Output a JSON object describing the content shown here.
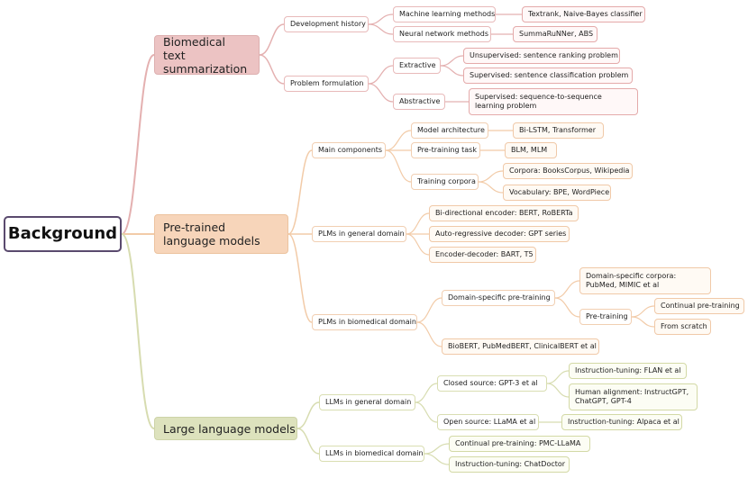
{
  "root": "Background",
  "biomedical": {
    "title": "Biomedical text summarization",
    "development_history": "Development history",
    "ml_methods": "Machine learning methods",
    "ml_examples": "Textrank, Naive-Bayes classifier",
    "nn_methods": "Neural network methods",
    "nn_examples": "SummaRuNNer, ABS",
    "problem_formulation": "Problem formulation",
    "extractive": "Extractive",
    "unsupervised": "Unsupervised: sentence ranking problem",
    "supervised_cls": "Supervised: sentence classification problem",
    "abstractive": "Abstractive",
    "supervised_s2s": "Supervised: sequence-to-sequence learning problem"
  },
  "plm": {
    "title": "Pre-trained language models",
    "main_components": "Main components",
    "model_architecture": "Model architecture",
    "architecture_examples": "Bi-LSTM, Transformer",
    "pretraining_task": "Pre-training task",
    "task_examples": "BLM, MLM",
    "training_corpora": "Training corpora",
    "corpora": "Corpora: BooksCorpus, Wikipedia",
    "vocabulary": "Vocabulary: BPE, WordPiece",
    "general_domain": "PLMs in general domain",
    "bidirectional": "Bi-directional encoder: BERT, RoBERTa",
    "autoregressive": "Auto-regressive decoder: GPT series",
    "encoder_decoder": "Encoder-decoder: BART, T5",
    "biomedical_domain": "PLMs in biomedical domain",
    "domain_pretraining": "Domain-specific pre-training",
    "domain_corpora": "Domain-specific corpora: PubMed, MIMIC et al",
    "pretraining": "Pre-training",
    "continual": "Continual pre-training",
    "from_scratch": "From scratch",
    "bio_models": "BioBERT, PubMedBERT, ClinicalBERT et al"
  },
  "llm": {
    "title": "Large language models",
    "general_domain": "LLMs in general domain",
    "closed_source": "Closed source: GPT-3 et al",
    "instruction_flan": "Instruction-tuning: FLAN et al",
    "human_alignment": "Human alignment: InstructGPT, ChatGPT, GPT-4",
    "open_source": "Open source: LLaMA et al",
    "instruction_alpaca": "Instruction-tuning: Alpaca et al",
    "biomedical_domain": "LLMs in biomedical domain",
    "continual_pmc": "Continual pre-training: PMC-LLaMA",
    "instruction_chatdoctor": "Instruction-tuning: ChatDoctor"
  },
  "colors": {
    "pink_branch": "#e4b0b0",
    "peach_branch": "#f2cba8",
    "green_branch": "#d7dcb0",
    "root_border": "#5a4a6e"
  }
}
